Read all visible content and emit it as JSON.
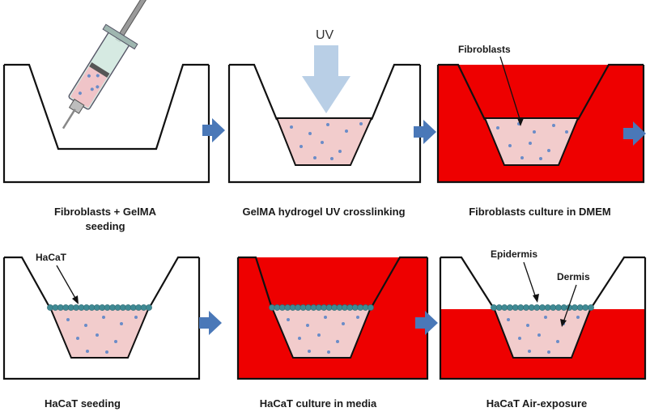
{
  "colors": {
    "media": "#ee0000",
    "gel": "#f2cccc",
    "cell_dot": "#6a8cc8",
    "epidermis": "#3f8a94",
    "flow_arrow": "#4a78b8",
    "uv_arrow": "#b9cfe6",
    "outline": "#111111"
  },
  "panels": [
    {
      "id": "p1",
      "caption": [
        "Fibroblasts + GelMA",
        "seeding"
      ]
    },
    {
      "id": "p2",
      "caption": [
        "GelMA hydrogel UV crosslinking"
      ],
      "uv_label": "UV"
    },
    {
      "id": "p3",
      "caption": [
        "Fibroblasts culture in DMEM"
      ],
      "label": "Fibroblasts"
    },
    {
      "id": "p4",
      "caption": [
        "HaCaT seeding"
      ],
      "label": "HaCaT"
    },
    {
      "id": "p5",
      "caption": [
        "HaCaT culture in media"
      ]
    },
    {
      "id": "p6",
      "caption": [
        "HaCaT Air-exposure"
      ],
      "labels": [
        "Epidermis",
        "Dermis"
      ]
    }
  ],
  "icons": [
    "syringe-icon",
    "uv-arrow-icon",
    "flow-arrow-icon"
  ]
}
